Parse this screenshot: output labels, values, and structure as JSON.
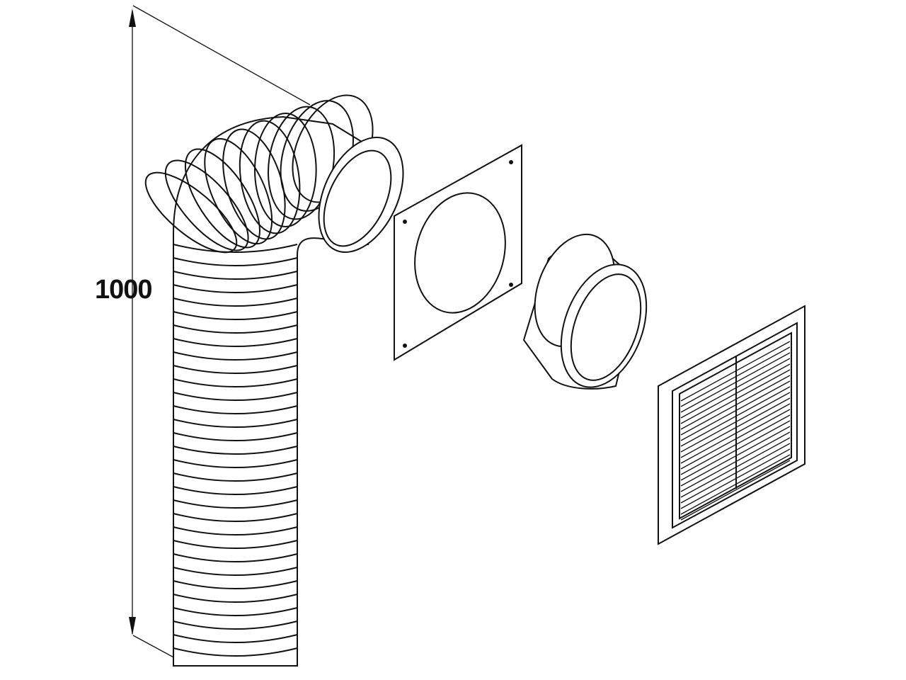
{
  "dimension": {
    "label": "1000",
    "unit_value": 1000
  },
  "parts": [
    "flexible-hose",
    "wall-plate",
    "connector-ring",
    "vent-grille"
  ],
  "colors": {
    "line": "#111111",
    "background": "#ffffff"
  }
}
